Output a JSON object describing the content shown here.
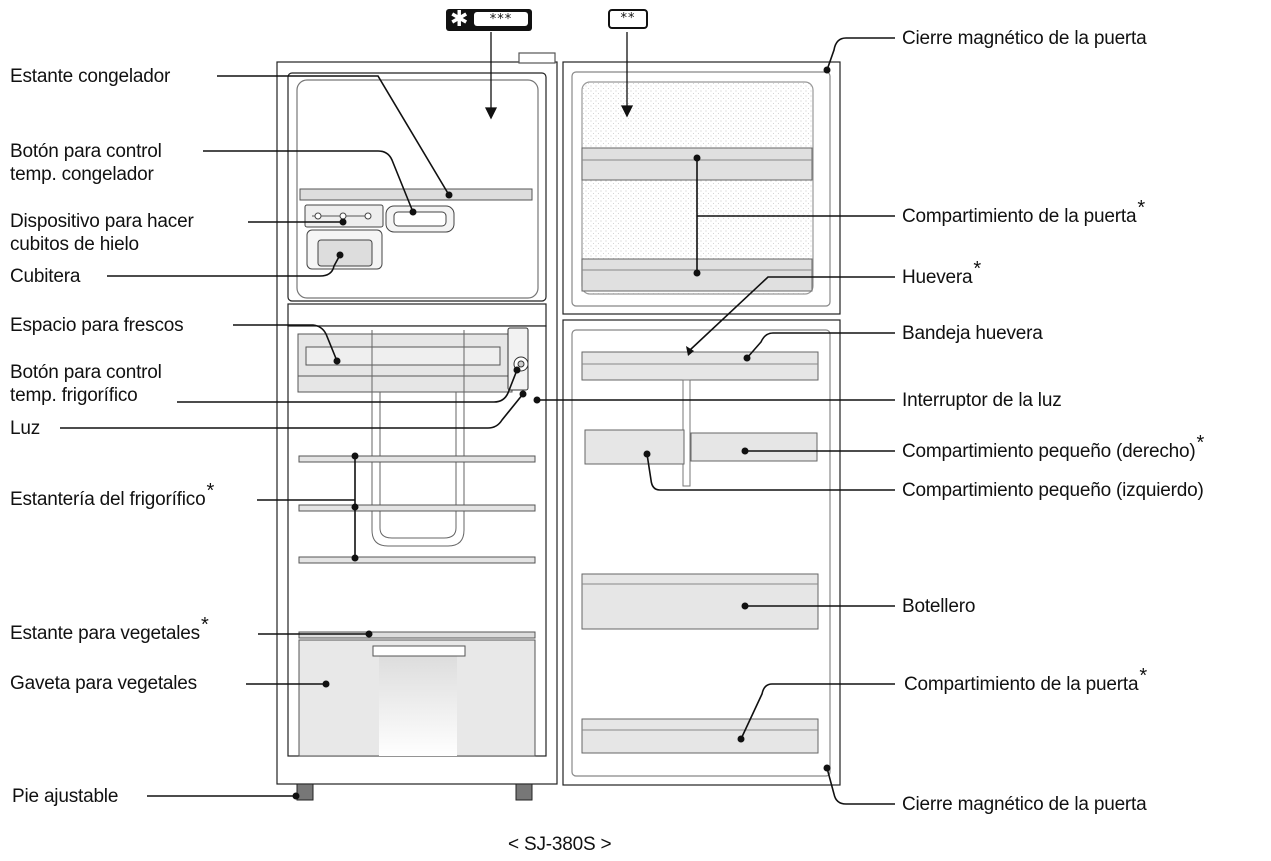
{
  "diagram": {
    "model": "< SJ-380S >",
    "freezer_symbol": "***",
    "fridge_door_symbol": "**",
    "labels_left": [
      {
        "id": "estante-congelador",
        "lines": [
          "Estante congelador"
        ],
        "ast": false
      },
      {
        "id": "boton-control-congelador",
        "lines": [
          "Botón para control",
          "temp. congelador"
        ],
        "ast": false
      },
      {
        "id": "dispositivo-cubitos",
        "lines": [
          "Dispositivo para hacer",
          "cubitos de hielo"
        ],
        "ast": false
      },
      {
        "id": "cubitera",
        "lines": [
          "Cubitera"
        ],
        "ast": false
      },
      {
        "id": "espacio-frescos",
        "lines": [
          "Espacio para frescos"
        ],
        "ast": false
      },
      {
        "id": "boton-control-frigorifico",
        "lines": [
          "Botón para control",
          "temp. frigorífico"
        ],
        "ast": false
      },
      {
        "id": "luz",
        "lines": [
          "Luz"
        ],
        "ast": false
      },
      {
        "id": "estanteria-frigorifico",
        "lines": [
          "Estantería del frigorífico"
        ],
        "ast": true
      },
      {
        "id": "estante-vegetales",
        "lines": [
          "Estante para vegetales"
        ],
        "ast": true
      },
      {
        "id": "gaveta-vegetales",
        "lines": [
          "Gaveta para vegetales"
        ],
        "ast": false
      },
      {
        "id": "pie-ajustable",
        "lines": [
          "Pie ajustable"
        ],
        "ast": false
      }
    ],
    "labels_right": [
      {
        "id": "cierre-magnetico-superior",
        "lines": [
          "Cierre magnético de la puerta"
        ],
        "ast": false
      },
      {
        "id": "compartimiento-puerta-superior",
        "lines": [
          "Compartimiento de la puerta"
        ],
        "ast": true
      },
      {
        "id": "huevera",
        "lines": [
          "Huevera"
        ],
        "ast": true
      },
      {
        "id": "bandeja-huevera",
        "lines": [
          "Bandeja huevera"
        ],
        "ast": false
      },
      {
        "id": "interruptor-luz",
        "lines": [
          "Interruptor de la luz"
        ],
        "ast": false
      },
      {
        "id": "compartimiento-pequeno-derecho",
        "lines": [
          "Compartimiento pequeño (derecho)"
        ],
        "ast": true
      },
      {
        "id": "compartimiento-pequeno-izquierdo",
        "lines": [
          "Compartimiento pequeño (izquierdo)"
        ],
        "ast": false
      },
      {
        "id": "botellero",
        "lines": [
          "Botellero"
        ],
        "ast": false
      },
      {
        "id": "compartimiento-puerta-inferior",
        "lines": [
          "Compartimiento de la puerta"
        ],
        "ast": true
      },
      {
        "id": "cierre-magnetico-inferior",
        "lines": [
          "Cierre magnético de la puerta"
        ],
        "ast": false
      }
    ],
    "asterisk": "*"
  }
}
